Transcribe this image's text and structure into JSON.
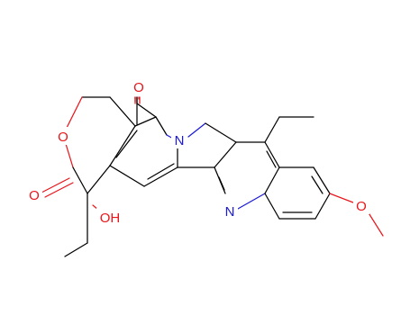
{
  "molecule": {
    "atom_labels": {
      "o_ketone": "O",
      "o_ring": "O",
      "o_lactone": "O",
      "oh": "OH",
      "n_ring": "N",
      "n_quinoline": "N",
      "o_methoxy": "O"
    },
    "colors": {
      "carbon": "#000000",
      "oxygen": "#e8161b",
      "nitrogen": "#1a1ad6",
      "background": "#ffffff"
    }
  }
}
